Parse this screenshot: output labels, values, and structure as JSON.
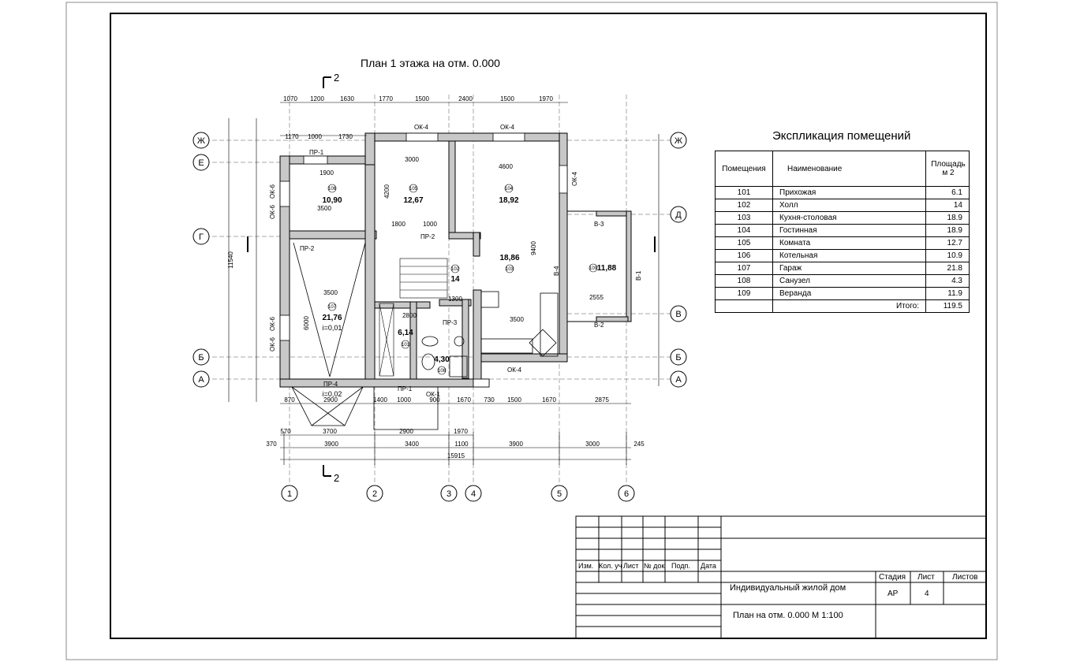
{
  "plan": {
    "title": "План 1 этажа на отм. 0.000",
    "section_mark": "2",
    "axes_letters": [
      "Ж",
      "Е",
      "Г",
      "Б",
      "А",
      "Ж",
      "Д",
      "В",
      "Б",
      "А"
    ],
    "axes_numbers": [
      "1",
      "2",
      "3",
      "4",
      "5",
      "6"
    ],
    "top_dims": [
      "1070",
      "1200",
      "1630",
      "1770",
      "1500",
      "2400",
      "1500",
      "1970"
    ],
    "top_dims_2": [
      "1170",
      "1000",
      "1730",
      "3000",
      "4600"
    ],
    "bottom_dims_1": [
      "870",
      "2900",
      "1400",
      "1000",
      "900",
      "1670",
      "730",
      "1500",
      "1670",
      "2875"
    ],
    "bottom_dims_2": [
      "570",
      "3700",
      "2900",
      "1970"
    ],
    "bottom_dims_3": [
      "370",
      "3900",
      "3400",
      "1100",
      "3900",
      "3000",
      "245"
    ],
    "overall_width": "15915",
    "overall_height": "11540",
    "room_labels": [
      {
        "area": "10,90",
        "num": "106"
      },
      {
        "area": "12,67",
        "num": "105"
      },
      {
        "area": "18,92",
        "num": "104"
      },
      {
        "area": "21,76",
        "num": "107",
        "slope": "i=0,01"
      },
      {
        "area": "14",
        "num": "102"
      },
      {
        "area": "18,86",
        "num": "103"
      },
      {
        "area": "11,88",
        "num": "109"
      },
      {
        "area": "6,14",
        "num": "101"
      },
      {
        "area": "4,30",
        "num": "108"
      }
    ],
    "openings": [
      "ОК-4",
      "ОК-4",
      "ПР-1",
      "ПР-2",
      "ПР-2",
      "ОК-6",
      "ОК-6",
      "ОК-6",
      "ОК-6",
      "ПР-4",
      "ПР-1",
      "ОК-1",
      "ОК-4",
      "ПР-3",
      "В-3",
      "В-1",
      "В-2",
      "В-4",
      "ОК-4"
    ],
    "ramp_slope": "i=0,02",
    "inner_dims": [
      "1900",
      "3500",
      "3500",
      "2800",
      "1800",
      "1000",
      "1300",
      "3500",
      "2555",
      "6000",
      "4200",
      "9400"
    ]
  },
  "explication": {
    "title": "Экспликация помещений",
    "headers": [
      "Помещения",
      "Наименование",
      "Площадь м 2"
    ],
    "rows": [
      [
        "101",
        "Прихожая",
        "6.1"
      ],
      [
        "102",
        "Холл",
        "14"
      ],
      [
        "103",
        "Кухня-столовая",
        "18.9"
      ],
      [
        "104",
        "Гостинная",
        "18.9"
      ],
      [
        "105",
        "Комната",
        "12.7"
      ],
      [
        "106",
        "Котельная",
        "10.9"
      ],
      [
        "107",
        "Гараж",
        "21.8"
      ],
      [
        "108",
        "Санузел",
        "4.3"
      ],
      [
        "109",
        "Веранда",
        "11.9"
      ]
    ],
    "total_label": "Итого:",
    "total_value": "119.5"
  },
  "stamp": {
    "cols": [
      "Изм.",
      "Кол. уч",
      "Лист",
      "№ док",
      "Подп.",
      "Дата"
    ],
    "stage_label": "Стадия",
    "sheet_label": "Лист",
    "sheets_label": "Листов",
    "stage_value": "АР",
    "sheet_value": "4",
    "project_name": "Индивидуальный жилой дом",
    "drawing_name": "План на отм. 0.000  М 1:100"
  },
  "colors": {
    "line": "#000000",
    "wall_fill": "#c8c8c8",
    "background": "#ffffff"
  }
}
